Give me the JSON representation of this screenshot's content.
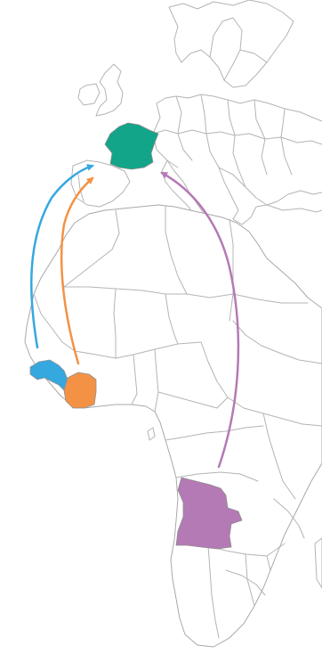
{
  "colors": {
    "france": "#12a58a",
    "guinea": "#35a8e0",
    "ivory_coast": "#f39245",
    "angola": "#b47ab5",
    "land_border": "#b4b4b4"
  },
  "highlighted_countries": [
    "france",
    "guinea",
    "ivory_coast",
    "angola"
  ],
  "routes": [
    {
      "from": "guinea",
      "to": "france",
      "color_key": "guinea"
    },
    {
      "from": "ivory_coast",
      "to": "france",
      "color_key": "ivory_coast"
    },
    {
      "from": "angola",
      "to": "italy",
      "color_key": "angola"
    }
  ]
}
